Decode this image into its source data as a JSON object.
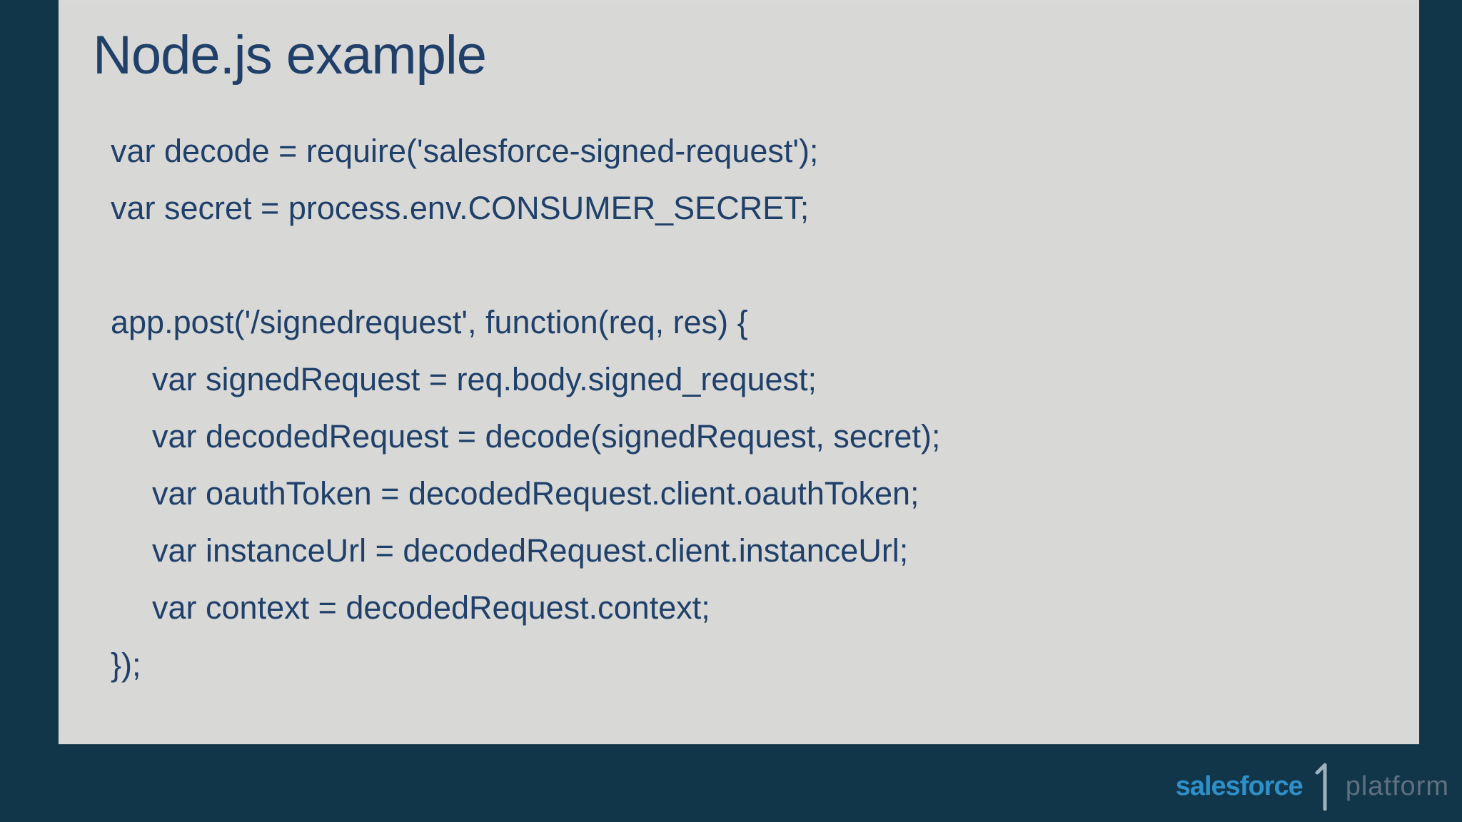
{
  "slide": {
    "title": "Node.js example",
    "code": {
      "lines": [
        {
          "text": "var decode = require('salesforce-signed-request');",
          "indent": 0
        },
        {
          "text": "var secret = process.env.CONSUMER_SECRET;",
          "indent": 0
        },
        {
          "text": "",
          "indent": 0
        },
        {
          "text": "app.post('/signedrequest', function(req, res) {",
          "indent": 0
        },
        {
          "text": "var signedRequest = req.body.signed_request;",
          "indent": 1
        },
        {
          "text": "var decodedRequest = decode(signedRequest, secret);",
          "indent": 1
        },
        {
          "text": "var oauthToken = decodedRequest.client.oauthToken;",
          "indent": 1
        },
        {
          "text": "var instanceUrl = decodedRequest.client.instanceUrl;",
          "indent": 1
        },
        {
          "text": "var context = decodedRequest.context;",
          "indent": 1
        },
        {
          "text": "});",
          "indent": 0
        }
      ]
    }
  },
  "footer": {
    "brand": "salesforce",
    "product": "platform"
  },
  "colors": {
    "background_navy": "#123649",
    "slide_gray": "#d8d9d7",
    "text_navy": "#20406a",
    "brand_blue": "#2e8fc9",
    "product_gray": "#5e7080",
    "numeral_light": "#9fb3bf"
  }
}
